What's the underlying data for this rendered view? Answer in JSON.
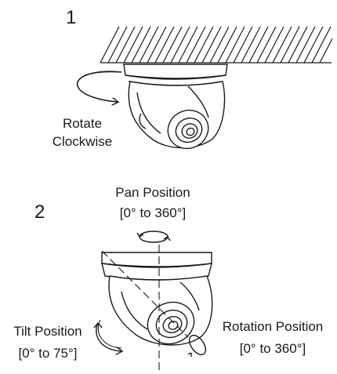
{
  "steps": {
    "one": "1",
    "two": "2"
  },
  "rotate": {
    "line1": "Rotate",
    "line2": "Clockwise"
  },
  "pan": {
    "title": "Pan Position",
    "range": "[0° to 360°]"
  },
  "tilt": {
    "title": "Tilt Position",
    "range": "[0° to 75°]"
  },
  "rotation": {
    "title": "Rotation Position",
    "range": "[0° to 360°]"
  },
  "colors": {
    "stroke": "#1a1a1a",
    "background": "#ffffff"
  },
  "icons": [
    "ceiling-hatch",
    "dome-camera",
    "curved-arrow-icon",
    "pan-arrow-icon",
    "tilt-arrow-icon",
    "rotation-arrow-icon"
  ]
}
